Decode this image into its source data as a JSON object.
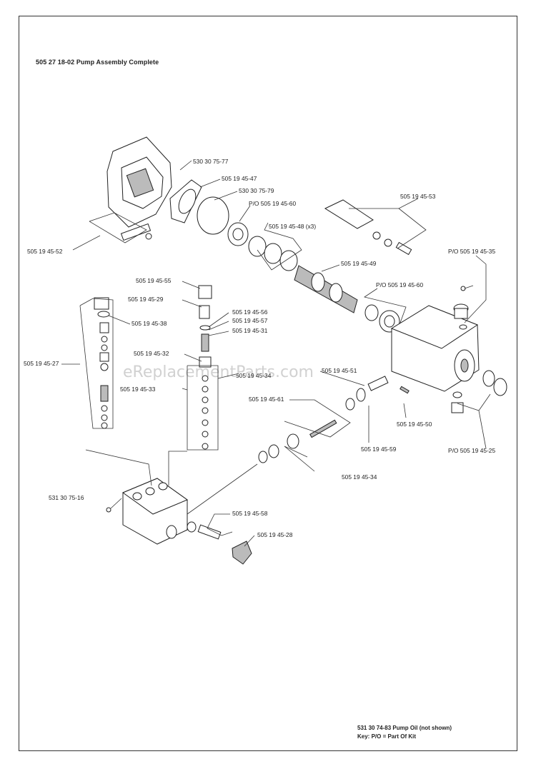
{
  "title": "505 27 18-02 Pump Assembly Complete",
  "watermark": "eReplacementParts.com",
  "footer": {
    "line1": "531 30 74-83 Pump Oil  (not shown)",
    "line2": "Key:  P/O = Part Of Kit"
  },
  "callouts": {
    "c01": "530 30 75-77",
    "c02": "505 19 45-47",
    "c03": "530 30 75-79",
    "c04": "P/O 505 19 45-60",
    "c05": "505 19 45-53",
    "c06": "505 19 45-48 (x3)",
    "c07": "505 19 45-52",
    "c08": "505 19 45-49",
    "c09": "P/O 505 19 45-35",
    "c10": "505 19 45-55",
    "c11": "P/O 505 19 45-60",
    "c12": "505 19 45-29",
    "c13": "505 19 45-56",
    "c14": "505 19 45-57",
    "c15": "505 19 45-38",
    "c16": "505 19 45-31",
    "c17": "505 19 45-32",
    "c18": "505 19 45-27",
    "c19": "505 19 45-51",
    "c20": "505 19 45-34",
    "c21": "505 19 45-33",
    "c22": "505 19 45-61",
    "c23": "505 19 45-50",
    "c24": "505 19 45-59",
    "c25": "P/O 505 19 45-25",
    "c26": "505 19 45-34",
    "c27": "531 30 75-16",
    "c28": "505 19 45-58",
    "c29": "505 19 45-28"
  }
}
